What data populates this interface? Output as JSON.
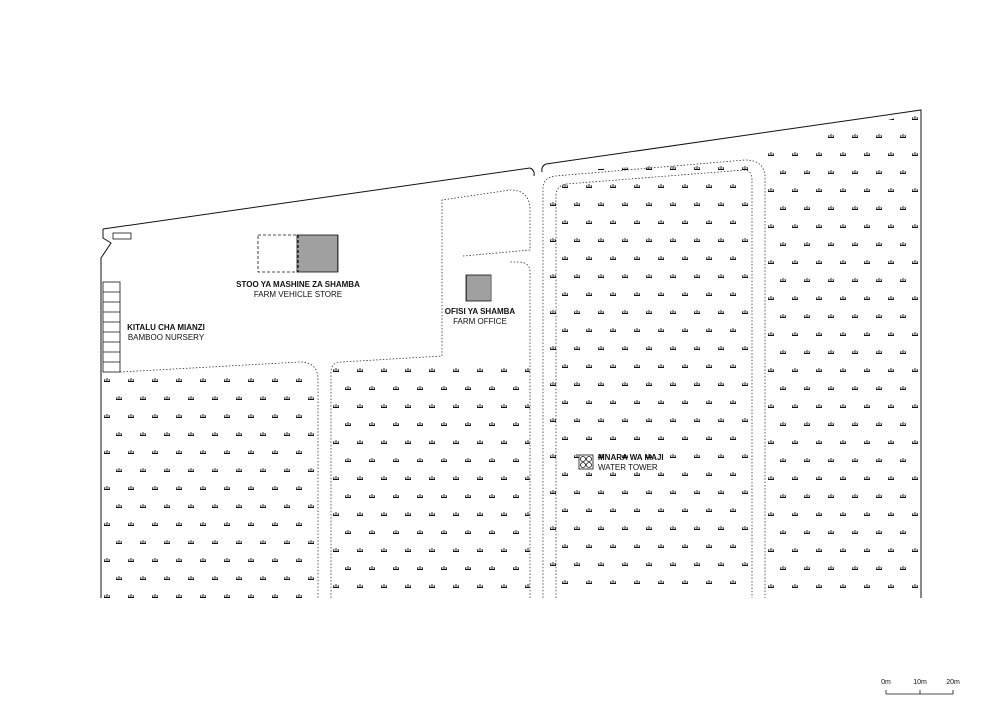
{
  "labels": {
    "vehicle_store": {
      "sw": "STOO YA MASHINE ZA SHAMBA",
      "en": "FARM VEHICLE STORE"
    },
    "farm_office": {
      "sw": "OFISI YA SHAMBA",
      "en": "FARM OFFICE"
    },
    "bamboo_nursery": {
      "sw": "KITALU CHA MIANZI",
      "en": "BAMBOO NURSERY"
    },
    "water_tower": {
      "sw": "MNARA WA MAJI",
      "en": "WATER TOWER"
    }
  },
  "scale_bar": {
    "ticks": [
      "0m",
      "10m",
      "20m"
    ]
  },
  "icons": {
    "plant": "plant-symbol-icon",
    "tower": "water-tower-icon"
  },
  "colors": {
    "line": "#111111",
    "background": "#ffffff"
  }
}
